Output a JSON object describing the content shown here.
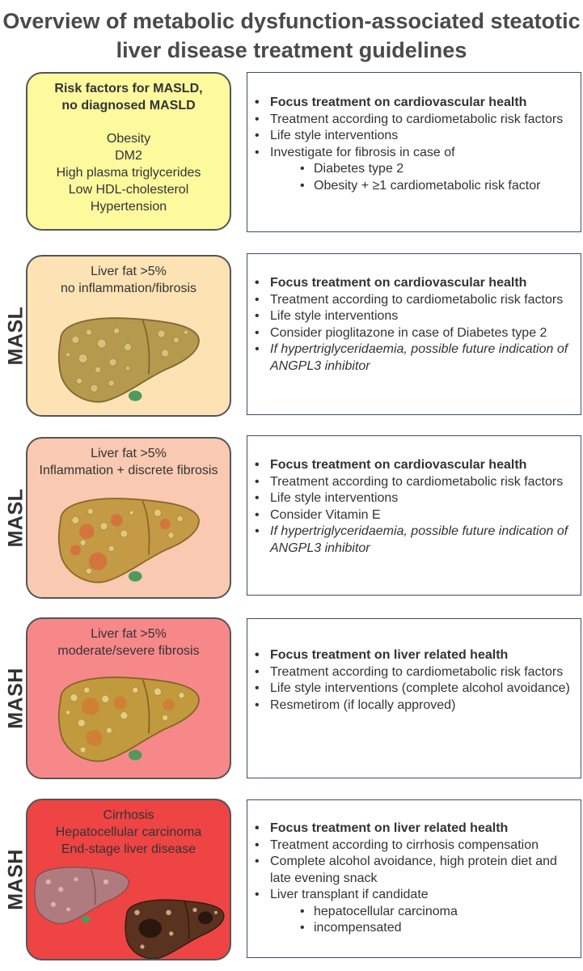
{
  "title": {
    "line1": "Overview of metabolic dysfunction-associated steatotic",
    "line2": "liver disease treatment guidelines"
  },
  "colors": {
    "stage0": "#fdfa9e",
    "stage1": "#fde3b4",
    "stage2": "#f9c9b1",
    "stage3": "#f7888a",
    "stage4": "#ee4444",
    "treatment_border": "#3b4c6e"
  },
  "stages": [
    {
      "label": "",
      "heading": [
        "Risk factors for MASLD,",
        "no diagnosed MASLD"
      ],
      "risk_factors": [
        "Obesity",
        "DM2",
        "High plasma triglycerides",
        "Low HDL-cholesterol",
        "Hypertension"
      ],
      "treatment": [
        {
          "text": "Focus treatment on cardiovascular health",
          "style": "bold",
          "level": 1
        },
        {
          "text": "Treatment according to cardiometabolic risk factors",
          "style": "normal",
          "level": 1
        },
        {
          "text": "Life style interventions",
          "style": "normal",
          "level": 1
        },
        {
          "text": "Investigate for fibrosis in case of",
          "style": "normal",
          "level": 1
        },
        {
          "text": "Diabetes type 2",
          "style": "normal",
          "level": 2
        },
        {
          "text": "Obesity + ≥1 cardiometabolic risk factor",
          "style": "normal",
          "level": 2
        }
      ]
    },
    {
      "label": "MASL",
      "description": [
        "Liver fat >5%",
        "no inflammation/fibrosis"
      ],
      "liver_icon": "steatotic-liver-icon",
      "treatment": [
        {
          "text": "Focus treatment on cardiovascular health",
          "style": "bold",
          "level": 1
        },
        {
          "text": "Treatment according to cardiometabolic risk factors",
          "style": "normal",
          "level": 1
        },
        {
          "text": "Life style interventions",
          "style": "normal",
          "level": 1
        },
        {
          "text": "Consider pioglitazone in case of Diabetes type 2",
          "style": "normal",
          "level": 1
        },
        {
          "text": "If hypertriglyceridaemia, possible future indication of ANGPL3 inhibitor",
          "style": "italic",
          "level": 1
        }
      ]
    },
    {
      "label": "MASL",
      "description": [
        "Liver fat >5%",
        "Inflammation + discrete fibrosis"
      ],
      "liver_icon": "inflamed-liver-icon",
      "treatment": [
        {
          "text": "Focus treatment on cardiovascular health",
          "style": "bold",
          "level": 1
        },
        {
          "text": "Treatment according to cardiometabolic risk factors",
          "style": "normal",
          "level": 1
        },
        {
          "text": "Life style interventions",
          "style": "normal",
          "level": 1
        },
        {
          "text": "Consider Vitamin E",
          "style": "normal",
          "level": 1
        },
        {
          "text": "If hypertriglyceridaemia, possible future indication of ANGPL3 inhibitor",
          "style": "italic",
          "level": 1
        }
      ]
    },
    {
      "label": "MASH",
      "description": [
        "Liver fat >5%",
        "moderate/severe fibrosis"
      ],
      "liver_icon": "fibrotic-liver-icon",
      "treatment": [
        {
          "text": "Focus treatment on liver related health",
          "style": "bold",
          "level": 1
        },
        {
          "text": "Treatment according to cardiometabolic risk factors",
          "style": "normal",
          "level": 1
        },
        {
          "text": "Life style interventions (complete alcohol avoidance)",
          "style": "normal",
          "level": 1
        },
        {
          "text": "Resmetirom (if locally approved)",
          "style": "normal",
          "level": 1
        }
      ]
    },
    {
      "label": "MASH",
      "description": [
        "Cirrhosis",
        "Hepatocellular carcinoma",
        "End-stage liver disease"
      ],
      "liver_icon": "cirrhotic-liver-icon",
      "treatment": [
        {
          "text": "Focus treatment on liver related health",
          "style": "bold",
          "level": 1
        },
        {
          "text": "Treatment according to cirrhosis compensation",
          "style": "normal",
          "level": 1
        },
        {
          "text": "Complete alcohol avoidance, high protein diet and late evening snack",
          "style": "normal",
          "level": 1
        },
        {
          "text": "Liver transplant if candidate",
          "style": "normal",
          "level": 1
        },
        {
          "text": "hepatocellular carcinoma",
          "style": "normal",
          "level": 2
        },
        {
          "text": "incompensated",
          "style": "normal",
          "level": 2
        }
      ]
    }
  ]
}
